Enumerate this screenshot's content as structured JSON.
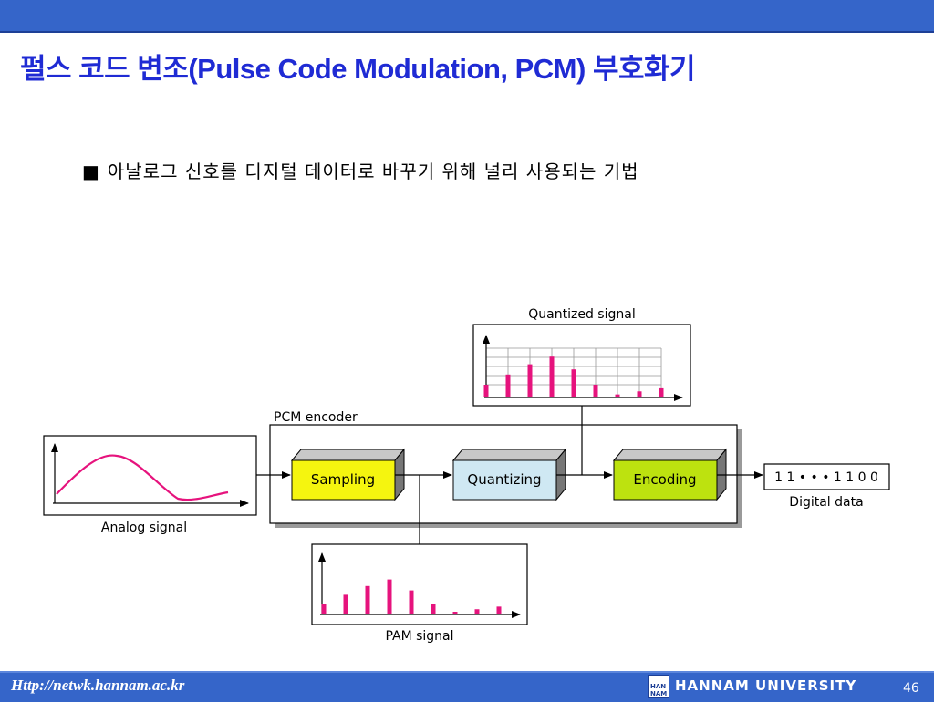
{
  "slide": {
    "title": "펄스 코드 변조(Pulse Code Modulation, PCM) 부호화기",
    "bullet_symbol": "■",
    "bullet": "아날로그 신호를 디지털 데이터로 바꾸기 위해 널리 사용되는 기법"
  },
  "diagram": {
    "encoder_label": "PCM encoder",
    "steps": {
      "sampling": "Sampling",
      "quantizing": "Quantizing",
      "encoding": "Encoding"
    },
    "analog_label": "Analog signal",
    "quantized_label": "Quantized signal",
    "pam_label": "PAM signal",
    "digital_value": "1 1 • • • 1 1 0 0",
    "digital_label": "Digital data",
    "pulse_levels": [
      0.25,
      0.45,
      0.65,
      0.8,
      0.55,
      0.25,
      0.06,
      0.12,
      0.18
    ],
    "colors": {
      "sampling": "#f5f50f",
      "quantizing": "#cfe8f3",
      "encoding": "#bde20f",
      "signal": "#e6137d"
    }
  },
  "footer": {
    "url": "Http://netwk.hannam.ac.kr",
    "logo_text": "HAN NAM",
    "university": "HANNAM UNIVERSITY",
    "page": "46"
  }
}
